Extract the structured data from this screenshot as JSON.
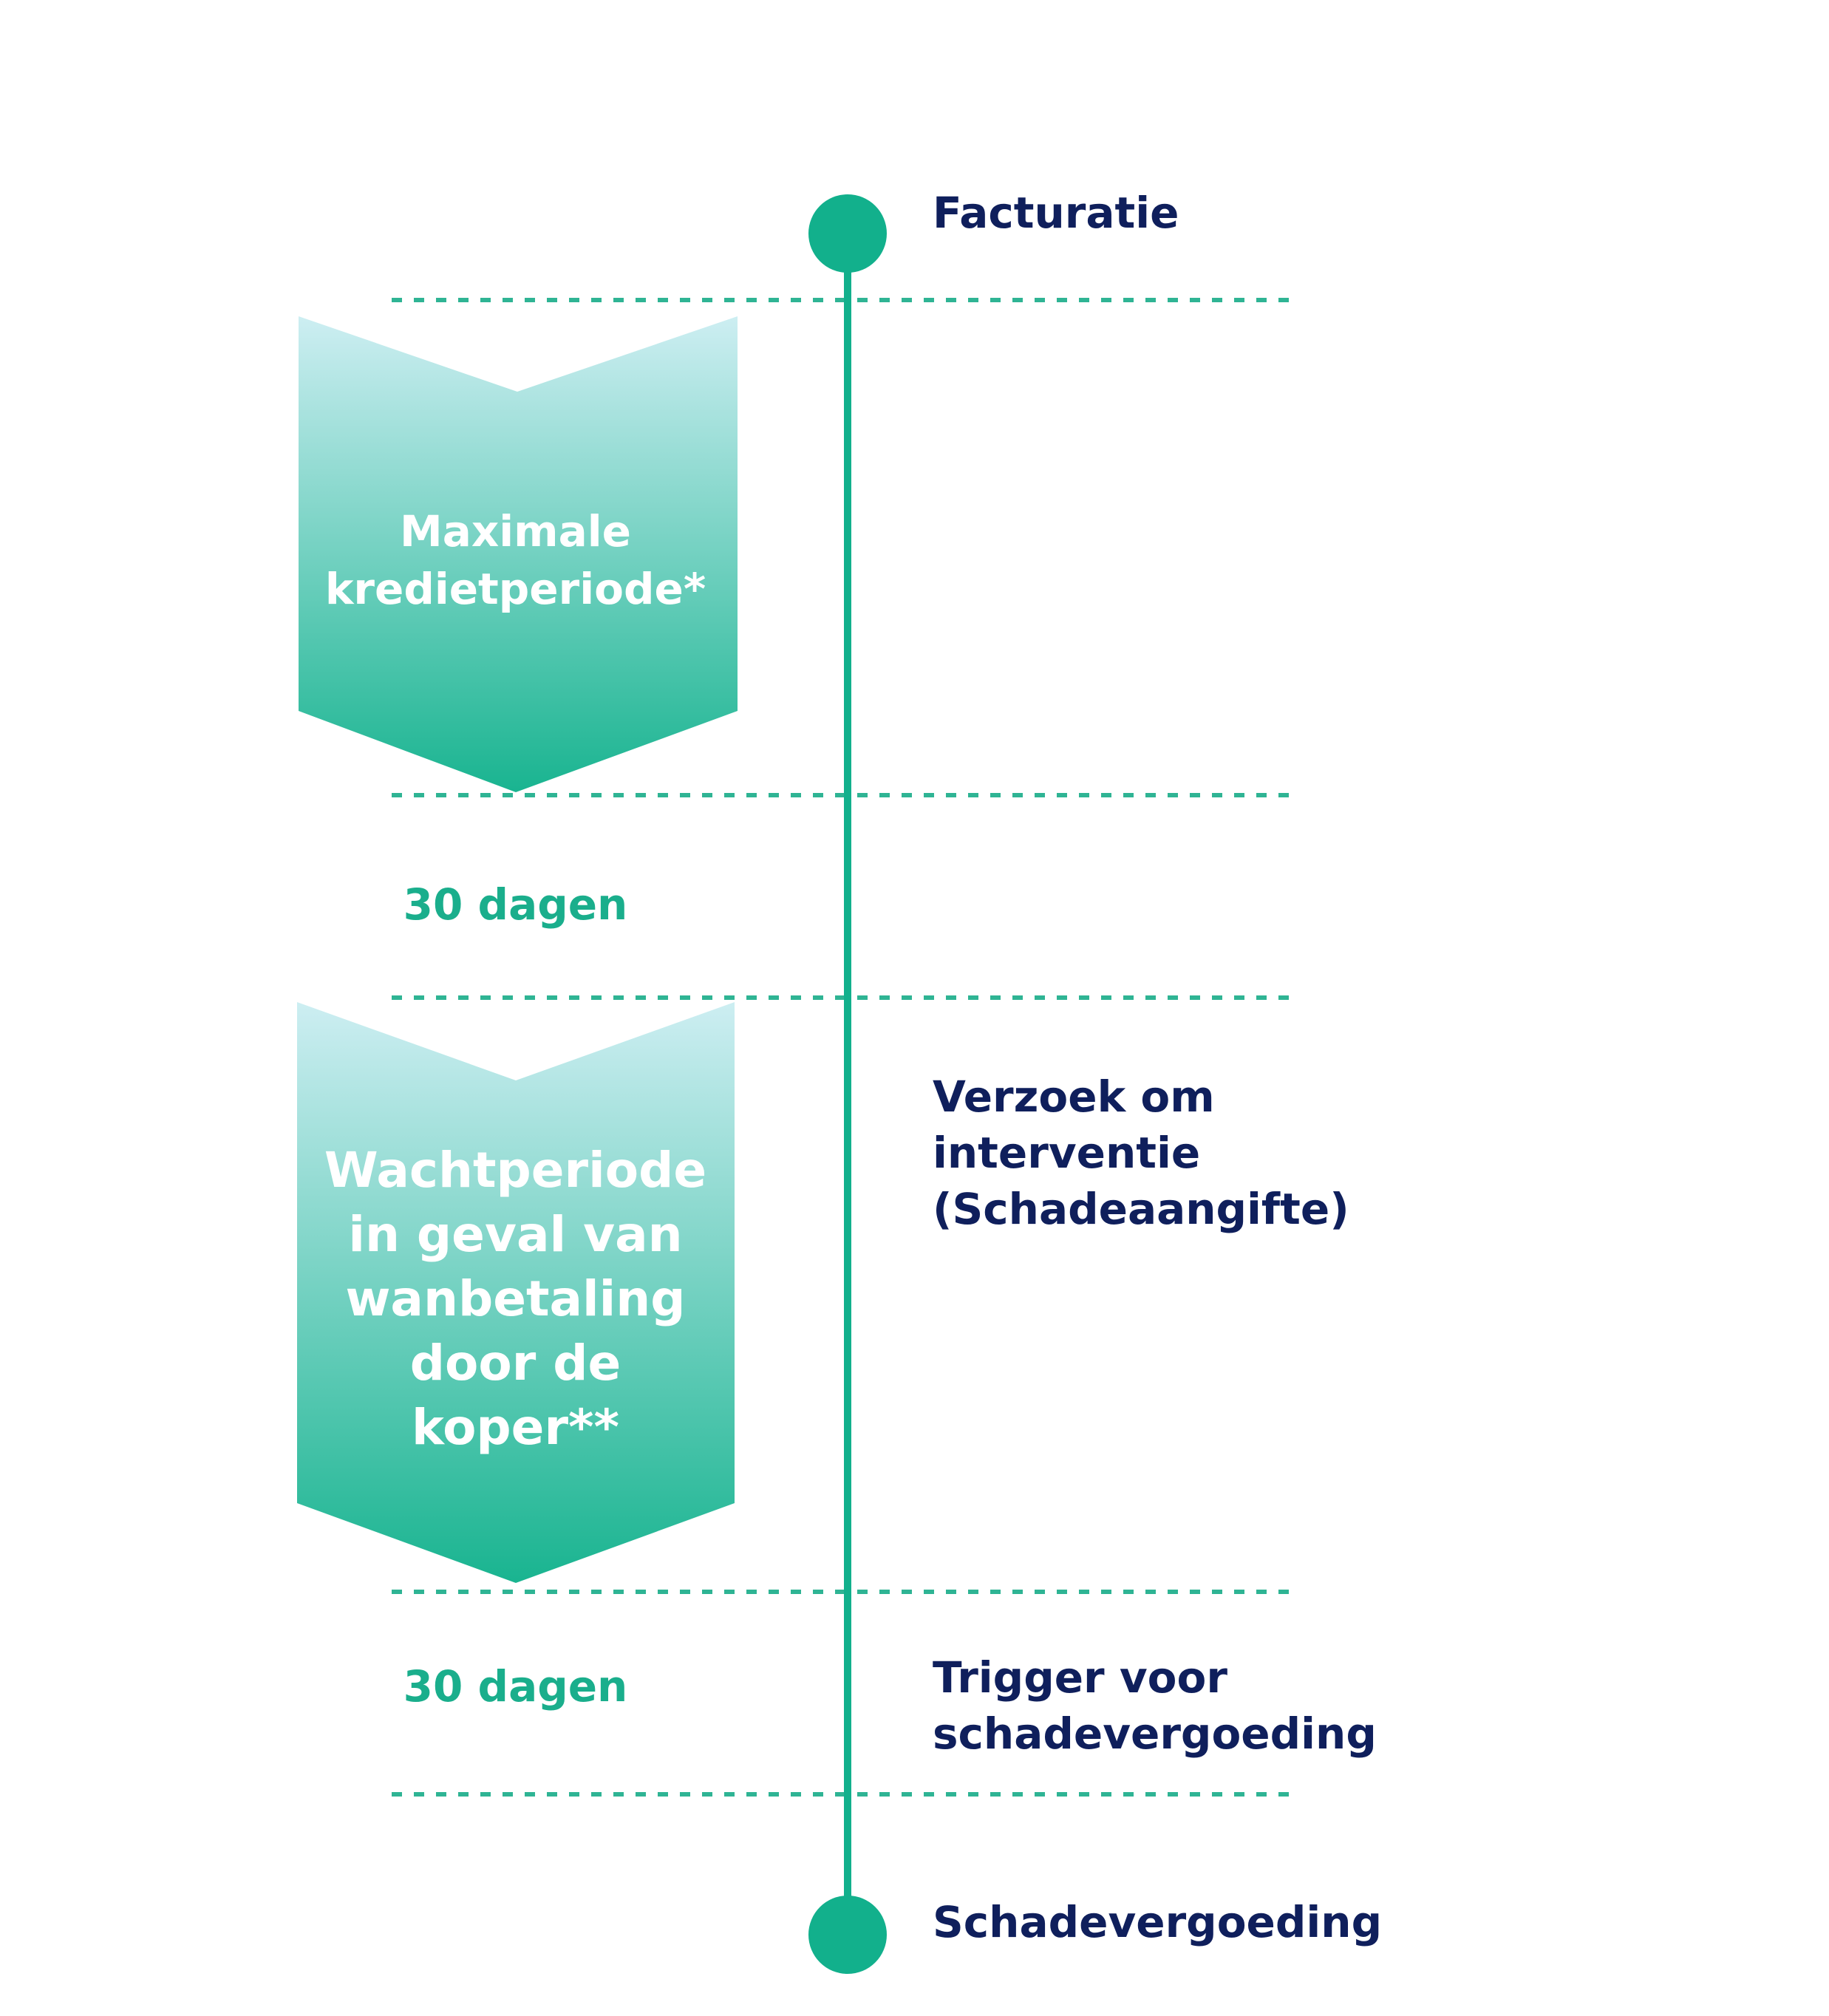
{
  "colors": {
    "accent": "#12b08c",
    "navy": "#0f1f5c",
    "dash": "#2fb494",
    "chevron_top": "#cdeef2",
    "chevron_bottom": "#1ab592",
    "label_white": "#ffffff"
  },
  "timeline": {
    "start_label": "Facturatie",
    "intervention_label": "Verzoek om\ninterventie\n(Schadeaangifte)",
    "trigger_label": "Trigger voor\nschadevergoeding",
    "end_label": "Schadevergoeding"
  },
  "periods": {
    "max_credit": "Maximale\nkredietperiode*",
    "duration_1": "30 dagen",
    "waiting": "Wachtperiode\nin geval van\nwanbetaling\ndoor de\nkoper**",
    "duration_2": "30 dagen"
  }
}
